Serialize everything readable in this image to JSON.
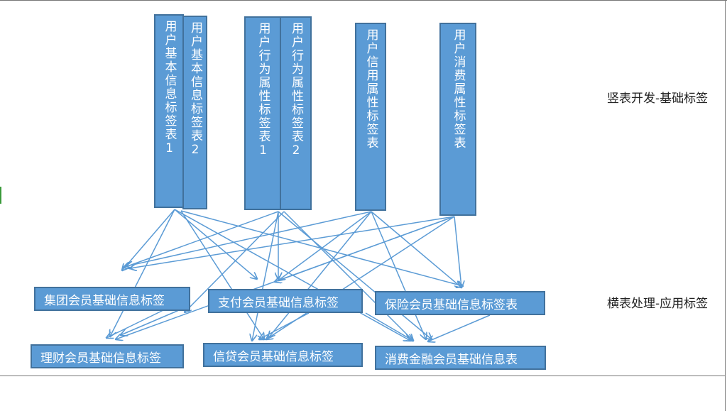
{
  "vertical_tables": [
    {
      "id": "v1",
      "text": "用户基本信息标签表1"
    },
    {
      "id": "v2",
      "text": "用户基本信息标签表2"
    },
    {
      "id": "v3",
      "text": "用户行为属性标签表1"
    },
    {
      "id": "v4",
      "text": "用户行为属性标签表2"
    },
    {
      "id": "v5",
      "text": "用户信用属性标签表"
    },
    {
      "id": "v6",
      "text": "用户消费属性标签表"
    }
  ],
  "horizontal_tables": [
    {
      "id": "h1",
      "text": "集团会员基础信息标签"
    },
    {
      "id": "h2",
      "text": "支付会员基础信息标签"
    },
    {
      "id": "h3",
      "text": "保险会员基础信息标签表"
    },
    {
      "id": "h4",
      "text": "理财会员基础信息标签"
    },
    {
      "id": "h5",
      "text": "信贷会员基础信息标签"
    },
    {
      "id": "h6",
      "text": "消费金融会员基础信息表"
    }
  ],
  "side_labels": {
    "top": "竖表开发-基础标签",
    "bottom": "横表处理-应用标签"
  },
  "colors": {
    "box_fill": "#5b9bd5",
    "box_border": "#41719c",
    "arrow": "#5b9bd5"
  }
}
